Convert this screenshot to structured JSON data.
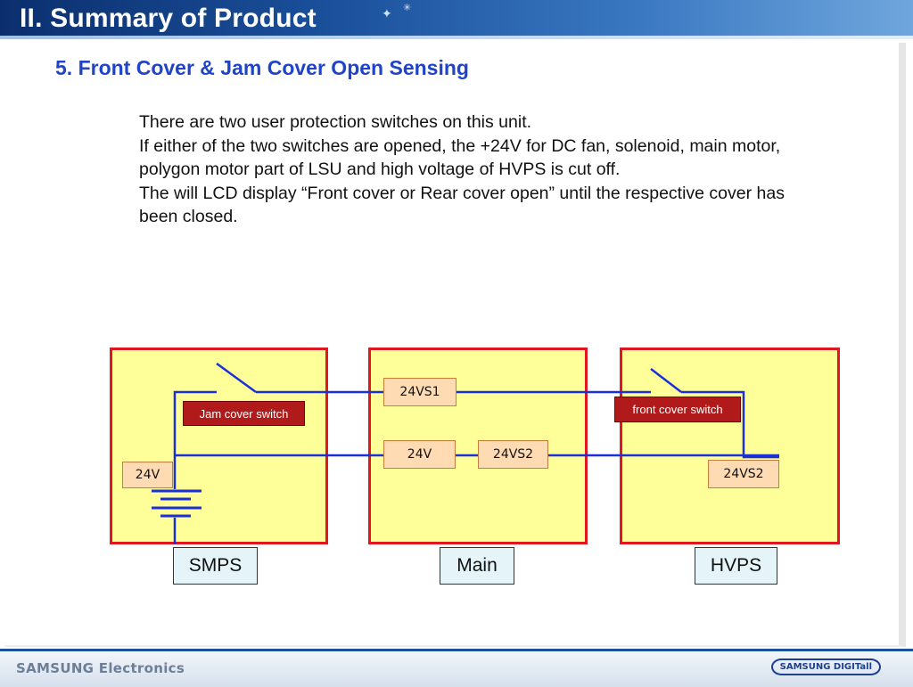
{
  "header": {
    "title": "II. Summary of Product"
  },
  "section": {
    "heading": "5. Front Cover & Jam Cover Open Sensing"
  },
  "body": {
    "lines": [
      "There are two user protection switches on this unit.",
      "If either of the two switches are opened, the +24V for DC fan, solenoid, main motor, polygon motor part of LSU and high voltage of HVPS is cut off.",
      "The will LCD display “Front cover or Rear cover open” until the respective cover has been closed."
    ]
  },
  "diagram": {
    "smps": {
      "unit_label": "SMPS",
      "signal": "24V",
      "switch_label": "Jam cover switch"
    },
    "main": {
      "unit_label": "Main",
      "signals": [
        "24VS1",
        "24V",
        "24VS2"
      ]
    },
    "hvps": {
      "unit_label": "HVPS",
      "signal": "24VS2",
      "switch_label": "front cover switch"
    },
    "colors": {
      "module_fill": "#ffff99",
      "module_border": "#e0171f",
      "wire": "#1a2fd8",
      "signal_fill": "#ffdbb3",
      "switch_label_fill": "#b11a1a",
      "unit_label_fill": "#e4f4f8"
    }
  },
  "footer": {
    "brand": "SAMSUNG Electronics",
    "logo": "SAMSUNG DIGITall"
  }
}
